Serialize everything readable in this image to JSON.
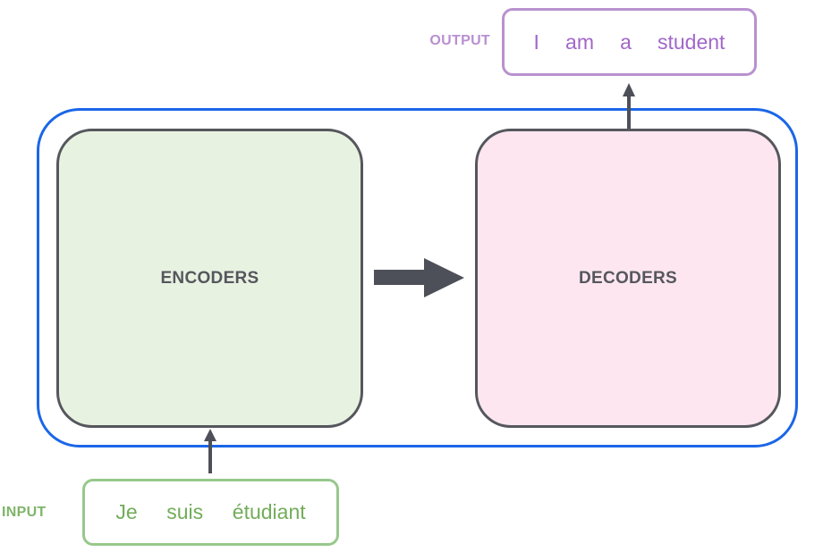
{
  "encoders": {
    "label": "ENCODERS"
  },
  "decoders": {
    "label": "DECODERS"
  },
  "output": {
    "label": "OUTPUT",
    "words": [
      "I",
      "am",
      "a",
      "student"
    ]
  },
  "input": {
    "label": "INPUT",
    "words": [
      "Je",
      "suis",
      "étudiant"
    ]
  },
  "colors": {
    "container_border": "#1a66e8",
    "block_border": "#55575d",
    "encoder_fill": "#e8f2e1",
    "decoder_fill": "#fde6ef",
    "output_accent": "#a167c9",
    "input_accent": "#72ad59"
  }
}
